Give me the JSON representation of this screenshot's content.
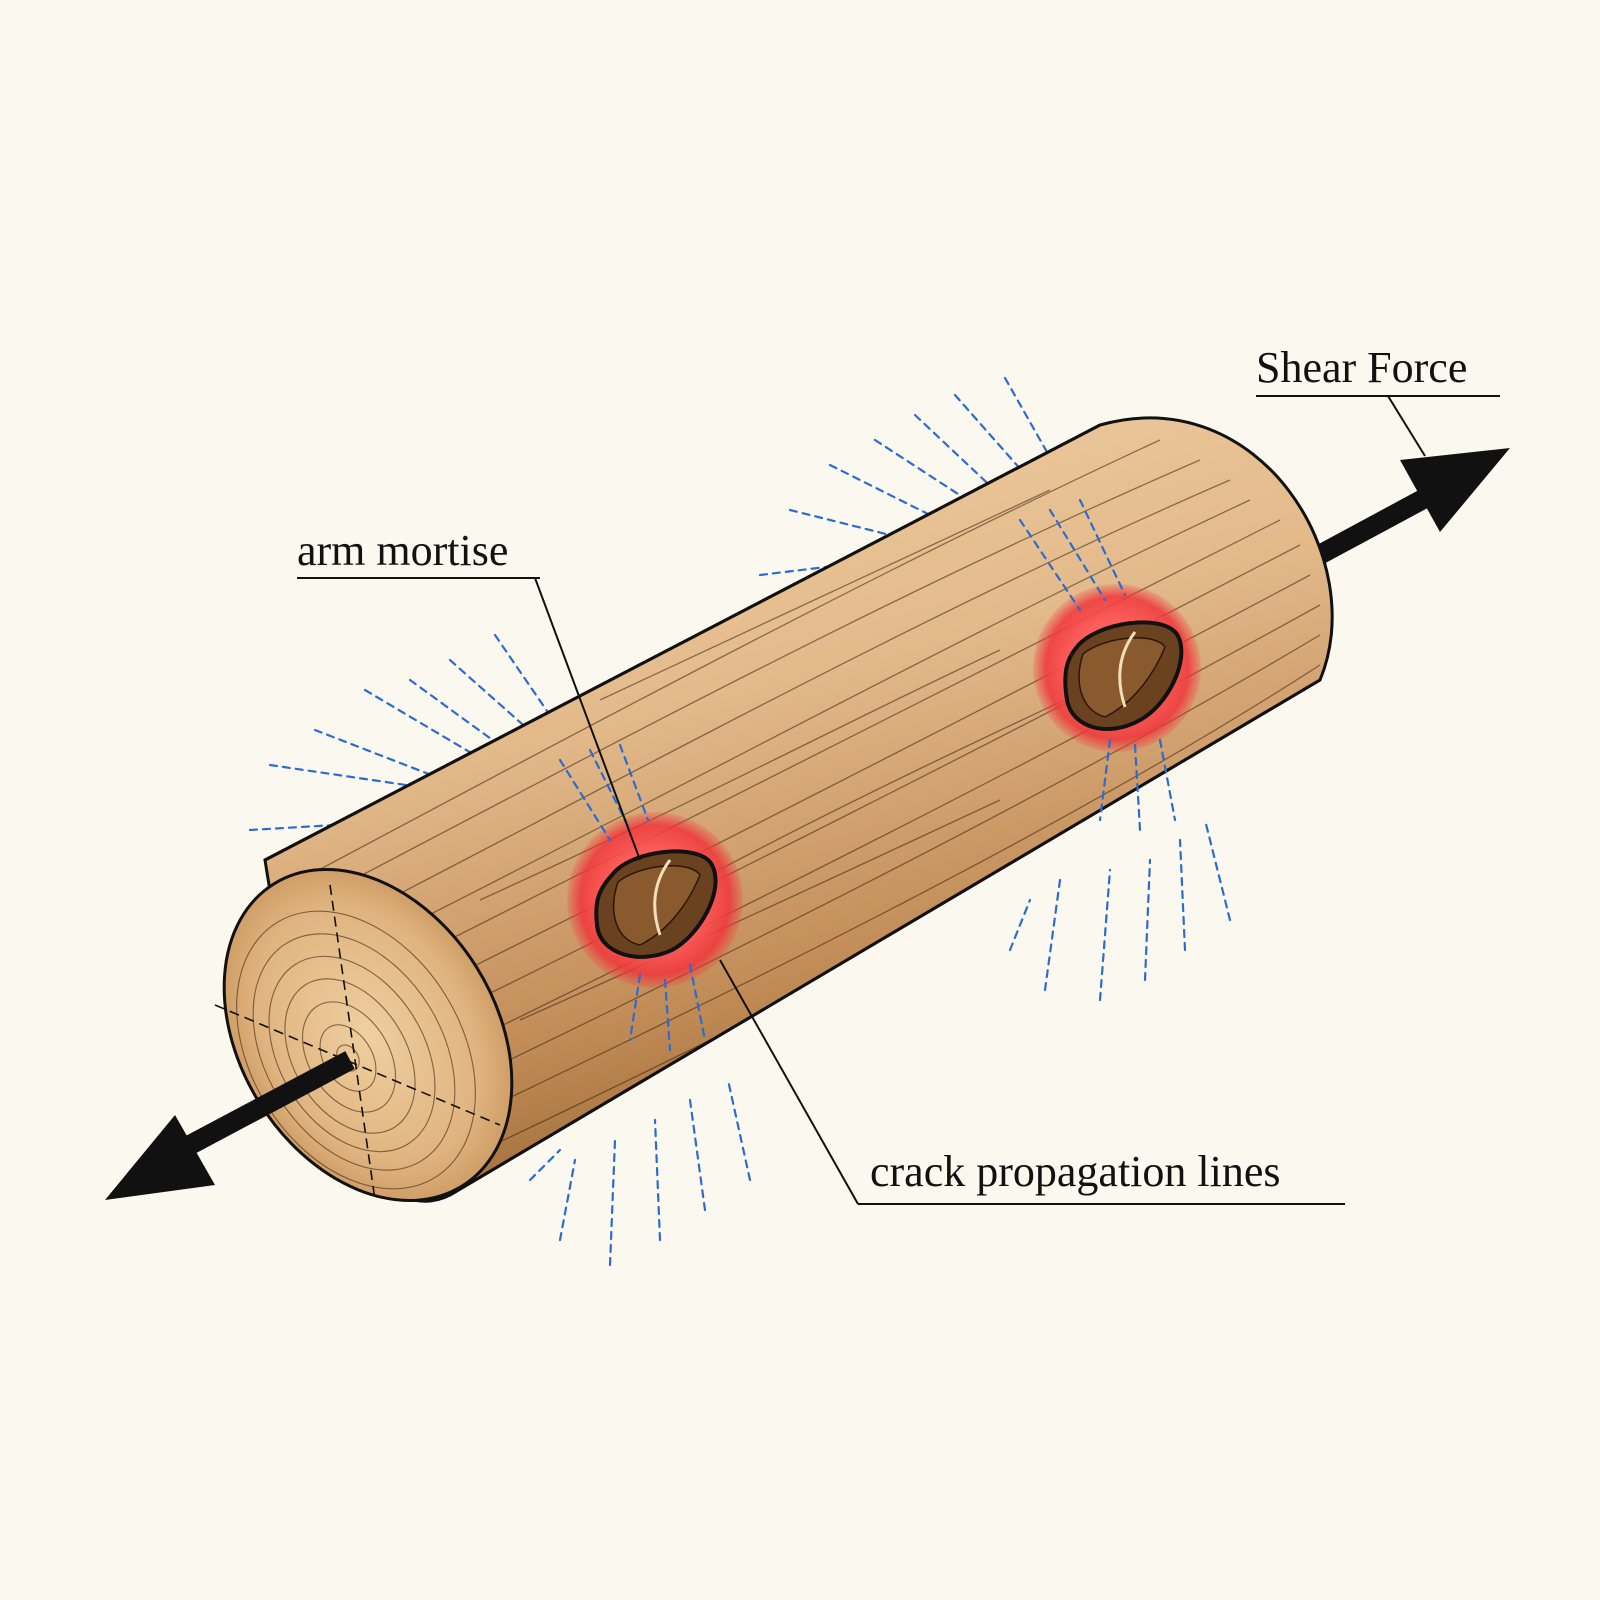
{
  "labels": {
    "shear_force": "Shear Force",
    "arm_mortise": "arm mortise",
    "crack_propagation": "crack propagation lines"
  },
  "colors": {
    "paper": "#fbf8ef",
    "wood_light": "#e9c79a",
    "wood_mid": "#c99a65",
    "wood_dark": "#8e5f32",
    "stress_ring": "#f0353a",
    "crack_lines": "#2d6bd0",
    "ink": "#111111"
  },
  "icons": {
    "force_arrow_left": "arrow-left-icon",
    "force_arrow_right": "arrow-right-icon"
  }
}
